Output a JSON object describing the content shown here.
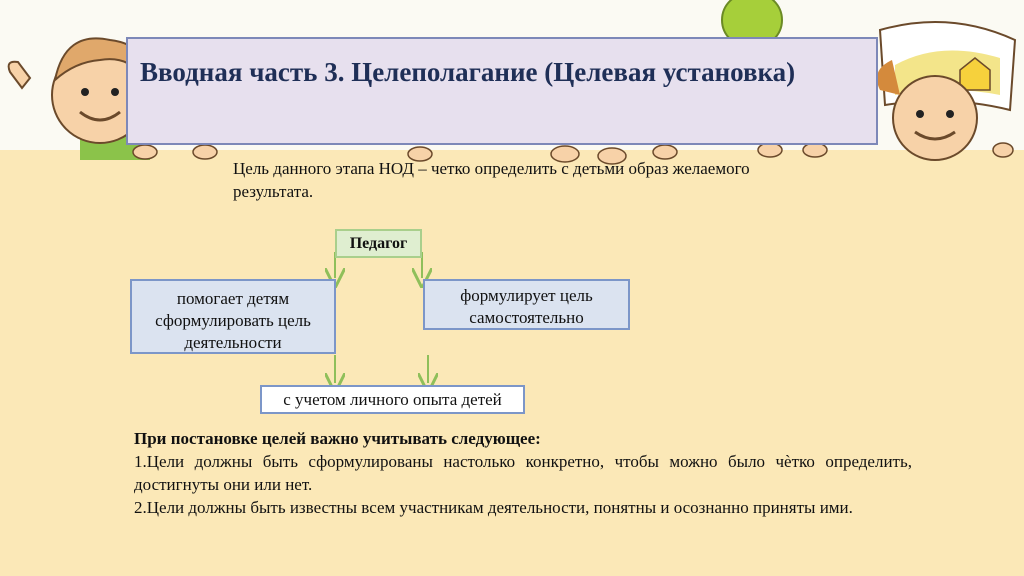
{
  "title": "Вводная часть 3. Целеполагание (Целевая установка)",
  "intro": "Цель данного этапа НОД – четко определить с детьми образ желаемого результата.",
  "diagram": {
    "teacher": "Педагог",
    "left_box": "помогает детям сформулировать цель деятельности",
    "right_box": "формулирует цель самостоятельно",
    "bottom_box": "с учетом личного опыта детей"
  },
  "notes": {
    "heading": "При постановке целей важно учитывать следующее:",
    "item1": "1.Цели  должны быть сформулированы настолько конкретно, чтобы можно было чѐтко определить, достигнуты они или нет.",
    "item2": "2.Цели должны быть известны всем участникам деятельности, понятны и осознанно приняты ими."
  },
  "colors": {
    "title_bg": "#e7e0ee",
    "title_text": "#1f2f57",
    "page_bg": "#fbe8b7",
    "box_blue": "#dbe3f0",
    "box_green": "#dfeed0",
    "arrow": "#8fbf5a"
  }
}
